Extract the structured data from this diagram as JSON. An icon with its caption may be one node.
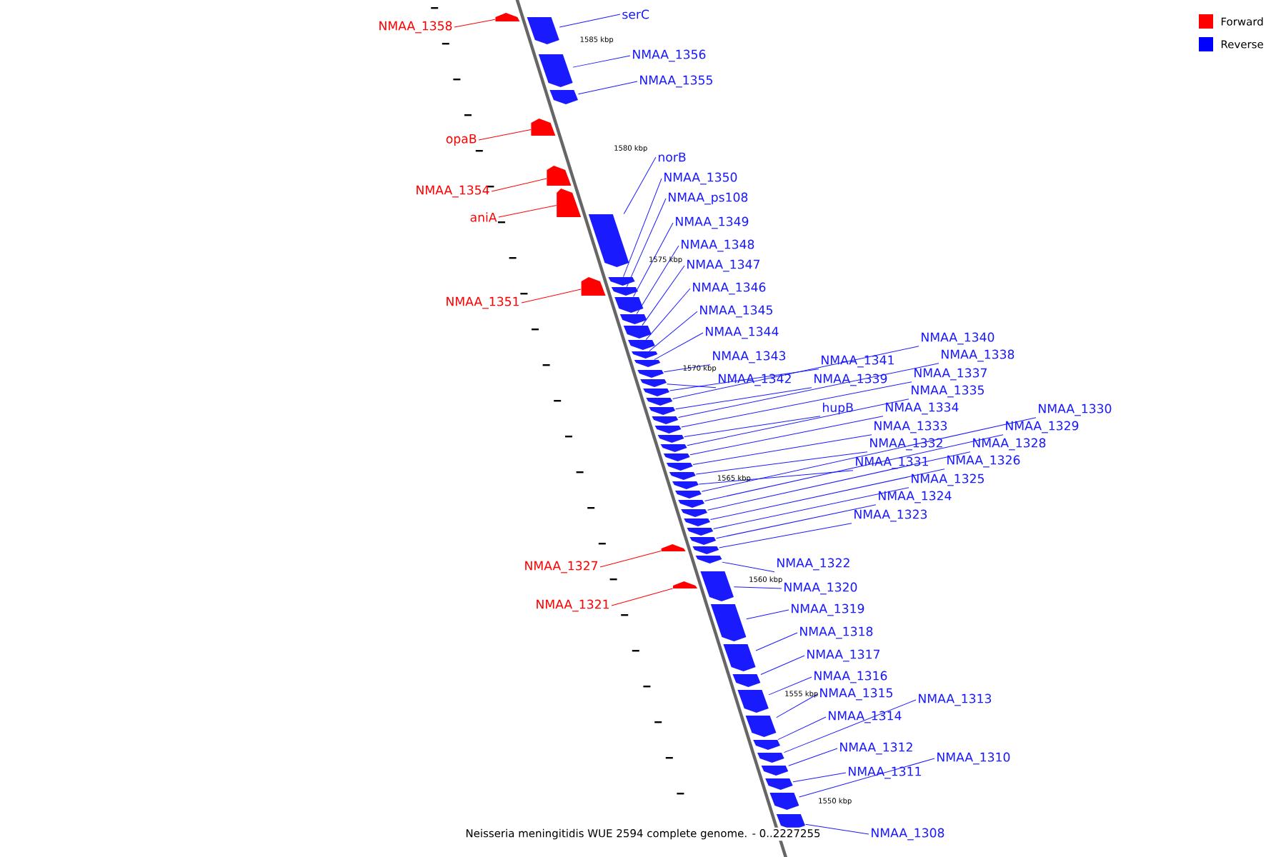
{
  "diagram": {
    "caption": "Neisseria meningitidis WUE 2594 complete genome. - 0..2227255",
    "nodes": [
      {
        "text": [
          "serC"
        ]
      },
      {
        "text": [
          "NMAA_1358"
        ]
      },
      {
        "text": [
          "NMAA_1356"
        ]
      },
      {
        "text": [
          "NMAA_1355"
        ]
      },
      {
        "text": [
          "opaB"
        ]
      },
      {
        "text": [
          "norB"
        ]
      },
      {
        "text": [
          "NMAA_1350"
        ]
      },
      {
        "text": [
          "NMAA_1354"
        ]
      },
      {
        "text": [
          "NMAA_ps108"
        ]
      },
      {
        "text": [
          "aniA"
        ]
      },
      {
        "text": [
          "NMAA_1349"
        ]
      },
      {
        "text": [
          "NMAA_1348"
        ]
      },
      {
        "text": [
          "NMAA_1347"
        ]
      },
      {
        "text": [
          "NMAA_1346"
        ]
      },
      {
        "text": [
          "NMAA_1351"
        ]
      },
      {
        "text": [
          "NMAA_1345"
        ]
      },
      {
        "text": [
          "NMAA_1344"
        ]
      },
      {
        "text": [
          "NMAA_1340"
        ]
      },
      {
        "text": [
          "NMAA_1343"
        ]
      },
      {
        "text": [
          "NMAA_1338"
        ]
      },
      {
        "text": [
          "NMAA_1341"
        ]
      },
      {
        "text": [
          "NMAA_1337"
        ]
      },
      {
        "text": [
          "NMAA_1342"
        ]
      },
      {
        "text": [
          "NMAA_1339"
        ]
      },
      {
        "text": [
          "NMAA_1335"
        ]
      },
      {
        "text": [
          "hupB"
        ]
      },
      {
        "text": [
          "NMAA_1334"
        ]
      },
      {
        "text": [
          "NMAA_1330"
        ]
      },
      {
        "text": [
          "NMAA_1333"
        ]
      },
      {
        "text": [
          "NMAA_1329"
        ]
      },
      {
        "text": [
          "NMAA_1332"
        ]
      },
      {
        "text": [
          "NMAA_1328"
        ]
      },
      {
        "text": [
          "NMAA_1331"
        ]
      },
      {
        "text": [
          "NMAA_1326"
        ]
      },
      {
        "text": [
          "NMAA_1325"
        ]
      },
      {
        "text": [
          "NMAA_1324"
        ]
      },
      {
        "text": [
          "NMAA_1323"
        ]
      },
      {
        "text": [
          "NMAA_1322"
        ]
      },
      {
        "text": [
          "NMAA_1327"
        ]
      },
      {
        "text": [
          "NMAA_1320"
        ]
      },
      {
        "text": [
          "NMAA_1321"
        ]
      },
      {
        "text": [
          "NMAA_1319"
        ]
      },
      {
        "text": [
          "NMAA_1318"
        ]
      },
      {
        "text": [
          "NMAA_1317"
        ]
      },
      {
        "text": [
          "NMAA_1316"
        ]
      },
      {
        "text": [
          "NMAA_1315"
        ]
      },
      {
        "text": [
          "NMAA_1313"
        ]
      },
      {
        "text": [
          "NMAA_1314"
        ]
      },
      {
        "text": [
          "NMAA_1312"
        ]
      },
      {
        "text": [
          "NMAA_1310"
        ]
      },
      {
        "text": [
          "NMAA_1311"
        ]
      },
      {
        "text": [
          "NMAA_1308"
        ]
      },
      {
        "text": [],
        "shape": "box"
      },
      {
        "text": [],
        "shape": "box"
      },
      {
        "text": [],
        "shape": "box"
      },
      {
        "text": [],
        "shape": "box"
      },
      {
        "text": [],
        "shape": "box"
      },
      {
        "text": [],
        "shape": "box"
      },
      {
        "text": [],
        "shape": "box"
      },
      {
        "text": [],
        "shape": "box"
      },
      {
        "text": [],
        "shape": "box"
      },
      {
        "text": [],
        "shape": "box"
      },
      {
        "text": [],
        "shape": "box"
      },
      {
        "text": [],
        "shape": "box"
      },
      {
        "text": [],
        "shape": "box"
      },
      {
        "text": [],
        "shape": "box"
      },
      {
        "text": [],
        "shape": "box"
      },
      {
        "text": [],
        "shape": "box"
      },
      {
        "text": [],
        "shape": "box"
      },
      {
        "text": [],
        "shape": "box"
      },
      {
        "text": [],
        "shape": "box"
      },
      {
        "text": [],
        "shape": "box"
      },
      {
        "text": [],
        "shape": "box"
      },
      {
        "text": [],
        "shape": "box"
      },
      {
        "text": [],
        "shape": "box"
      },
      {
        "text": [],
        "shape": "box"
      },
      {
        "text": [],
        "shape": "box"
      },
      {
        "text": [],
        "shape": "box"
      },
      {
        "text": [],
        "shape": "box"
      },
      {
        "text": [],
        "shape": "box"
      },
      {
        "text": [],
        "shape": "box"
      },
      {
        "text": [],
        "shape": "box"
      },
      {
        "text": [],
        "shape": "box"
      },
      {
        "text": [],
        "shape": "box"
      },
      {
        "text": [],
        "shape": "box"
      },
      {
        "text": [],
        "shape": "box"
      },
      {
        "text": [],
        "shape": "box"
      },
      {
        "text": [],
        "shape": "box"
      },
      {
        "text": [],
        "shape": "box"
      },
      {
        "text": [],
        "shape": "box"
      },
      {
        "text": [],
        "shape": "box"
      },
      {
        "text": [],
        "shape": "box"
      },
      {
        "text": [],
        "shape": "box"
      },
      {
        "text": [],
        "shape": "box"
      },
      {
        "text": [],
        "shape": "box"
      },
      {
        "text": [],
        "shape": "box"
      },
      {
        "text": [],
        "shape": "box"
      },
      {
        "text": [],
        "shape": "box"
      },
      {
        "text": [],
        "shape": "box"
      },
      {
        "text": [],
        "shape": "box"
      },
      {
        "text": [],
        "shape": "box"
      },
      {
        "text": [],
        "shape": "box"
      },
      {
        "text": [],
        "shape": "box"
      },
      {
        "text": [],
        "shape": "box"
      }
    ],
    "edges": [
      {
        "from": 0,
        "to": 53,
        "arrow": "none"
      },
      {
        "from": 1,
        "to": 52,
        "arrow": "none",
        "color": "#ff0000"
      },
      {
        "from": 2,
        "to": 54,
        "arrow": "none"
      },
      {
        "from": 3,
        "to": 55,
        "arrow": "none"
      },
      {
        "from": 4,
        "to": 56,
        "arrow": "none",
        "color": "#ff0000"
      },
      {
        "from": 5,
        "to": 59,
        "arrow": "none"
      },
      {
        "from": 6,
        "to": 61,
        "arrow": "none"
      },
      {
        "from": 7,
        "to": 57,
        "arrow": "none",
        "color": "#ff0000"
      },
      {
        "from": 8,
        "to": 62,
        "arrow": "none"
      },
      {
        "from": 9,
        "to": 58,
        "arrow": "none",
        "color": "#ff0000"
      },
      {
        "from": 10,
        "to": 63,
        "arrow": "none"
      },
      {
        "from": 11,
        "to": 64,
        "arrow": "none"
      },
      {
        "from": 12,
        "to": 65,
        "arrow": "none"
      },
      {
        "from": 13,
        "to": 66,
        "arrow": "none"
      },
      {
        "from": 14,
        "to": 60,
        "arrow": "none",
        "color": "#ff0000"
      },
      {
        "from": 15,
        "to": 67,
        "arrow": "none"
      },
      {
        "from": 16,
        "to": 68,
        "arrow": "none"
      },
      {
        "from": 17,
        "to": 72,
        "arrow": "none"
      },
      {
        "from": 18,
        "to": 69,
        "arrow": "none"
      },
      {
        "from": 19,
        "to": 74,
        "arrow": "none"
      },
      {
        "from": 20,
        "to": 71,
        "arrow": "none"
      },
      {
        "from": 21,
        "to": 75,
        "arrow": "none"
      },
      {
        "from": 22,
        "to": 70,
        "arrow": "none"
      },
      {
        "from": 23,
        "to": 73,
        "arrow": "none"
      },
      {
        "from": 24,
        "to": 77,
        "arrow": "none"
      },
      {
        "from": 25,
        "to": 76,
        "arrow": "none"
      },
      {
        "from": 26,
        "to": 78,
        "arrow": "none"
      },
      {
        "from": 27,
        "to": 82,
        "arrow": "none"
      },
      {
        "from": 28,
        "to": 79,
        "arrow": "none"
      },
      {
        "from": 29,
        "to": 83,
        "arrow": "none"
      },
      {
        "from": 30,
        "to": 80,
        "arrow": "none"
      },
      {
        "from": 31,
        "to": 84,
        "arrow": "none"
      },
      {
        "from": 32,
        "to": 81,
        "arrow": "none"
      },
      {
        "from": 33,
        "to": 85,
        "arrow": "none"
      },
      {
        "from": 34,
        "to": 86,
        "arrow": "none"
      },
      {
        "from": 35,
        "to": 87,
        "arrow": "none"
      },
      {
        "from": 36,
        "to": 88,
        "arrow": "none"
      },
      {
        "from": 37,
        "to": 89,
        "arrow": "none"
      },
      {
        "from": 38,
        "to": 90,
        "arrow": "none",
        "color": "#ff0000"
      },
      {
        "from": 39,
        "to": 91,
        "arrow": "none"
      },
      {
        "from": 40,
        "to": 92,
        "arrow": "none",
        "color": "#ff0000"
      },
      {
        "from": 41,
        "to": 93,
        "arrow": "none"
      },
      {
        "from": 42,
        "to": 94,
        "arrow": "none"
      },
      {
        "from": 43,
        "to": 95,
        "arrow": "none"
      },
      {
        "from": 44,
        "to": 96,
        "arrow": "none"
      },
      {
        "from": 45,
        "to": 97,
        "arrow": "none"
      },
      {
        "from": 46,
        "to": 99,
        "arrow": "none"
      },
      {
        "from": 47,
        "to": 98,
        "arrow": "none"
      },
      {
        "from": 48,
        "to": 100,
        "arrow": "none"
      },
      {
        "from": 49,
        "to": 102,
        "arrow": "none"
      },
      {
        "from": 50,
        "to": 101,
        "arrow": "none"
      },
      {
        "from": 51,
        "to": 103,
        "arrow": "none"
      }
    ],
    "labels": [
      "1585 kbp",
      "1580 kbp",
      "1575 kbp",
      "1570 kbp",
      "1565 kbp",
      "1560 kbp",
      "1555 kbp",
      "1550 kbp"
    ],
    "legend": [
      {
        "text": "Forward",
        "color": "#ff0000"
      },
      {
        "text": "Reverse",
        "color": "#0000ff"
      }
    ]
  }
}
